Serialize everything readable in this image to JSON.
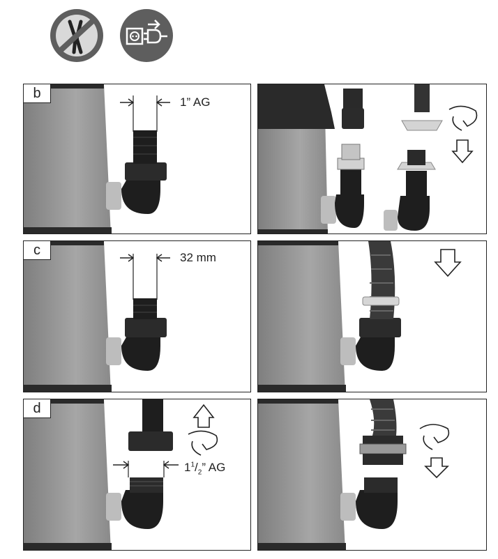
{
  "icons": [
    {
      "name": "no-pliers-icon"
    },
    {
      "name": "unplug-before-work-icon"
    }
  ],
  "steps": [
    {
      "label": "b",
      "dimension": "1” AG"
    },
    {
      "label": "c",
      "dimension": "32 mm"
    },
    {
      "label": "d",
      "dimension_prefix": "1",
      "dimension_fraction_num": "1",
      "dimension_fraction_den": "2",
      "dimension_suffix": "” AG"
    }
  ],
  "colors": {
    "pump_body": "#9a9a9a",
    "fitting": "#1e1e1e",
    "connector": "#c9c9c9",
    "border": "#222222"
  }
}
